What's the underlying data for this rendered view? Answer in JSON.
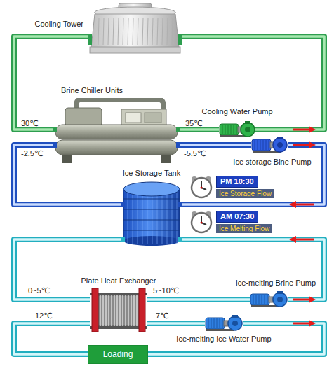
{
  "diagram": {
    "nodes": [
      {
        "text": [
          "Cooling Tower"
        ]
      },
      {
        "text": [
          "Brine Chiller Units"
        ]
      },
      {
        "text": [
          "Cooling Water Pump"
        ]
      },
      {
        "text": [
          "Ice storage Bine Pump"
        ]
      },
      {
        "text": [
          "Ice Storage Tank"
        ]
      },
      {
        "text": [
          "PM 10:30",
          "Ice Storage Flow"
        ]
      },
      {
        "text": [
          "AM 07:30",
          "Ice Melting Flow"
        ]
      },
      {
        "text": [
          "Plate Heat Exchanger"
        ]
      },
      {
        "text": [
          "Ice-melting Brine Pump"
        ]
      },
      {
        "text": [
          "Ice-melting Ice Water Pump"
        ]
      },
      {
        "text": [
          "Loading"
        ]
      }
    ],
    "edges": [
      {
        "from": 0,
        "to": 1,
        "arrow": "none"
      },
      {
        "from": 1,
        "to": 2,
        "arrow": "none"
      },
      {
        "from": 2,
        "to": 0,
        "arrow": "none"
      },
      {
        "from": 1,
        "to": 3,
        "arrow": "none"
      },
      {
        "from": 3,
        "to": 4,
        "arrow": "none"
      },
      {
        "from": 4,
        "to": 1,
        "arrow": "none"
      },
      {
        "from": 4,
        "to": 7,
        "arrow": "none"
      },
      {
        "from": 7,
        "to": 8,
        "arrow": "none"
      },
      {
        "from": 8,
        "to": 4,
        "arrow": "none"
      },
      {
        "from": 7,
        "to": 9,
        "arrow": "none"
      },
      {
        "from": 9,
        "to": 10,
        "arrow": "none"
      },
      {
        "from": 10,
        "to": 7,
        "arrow": "none"
      }
    ],
    "labels": [
      "30℃",
      "35℃",
      "-2.5℃",
      "-5.5℃",
      "0~5℃",
      "5~10℃",
      "12℃",
      "7℃"
    ]
  }
}
